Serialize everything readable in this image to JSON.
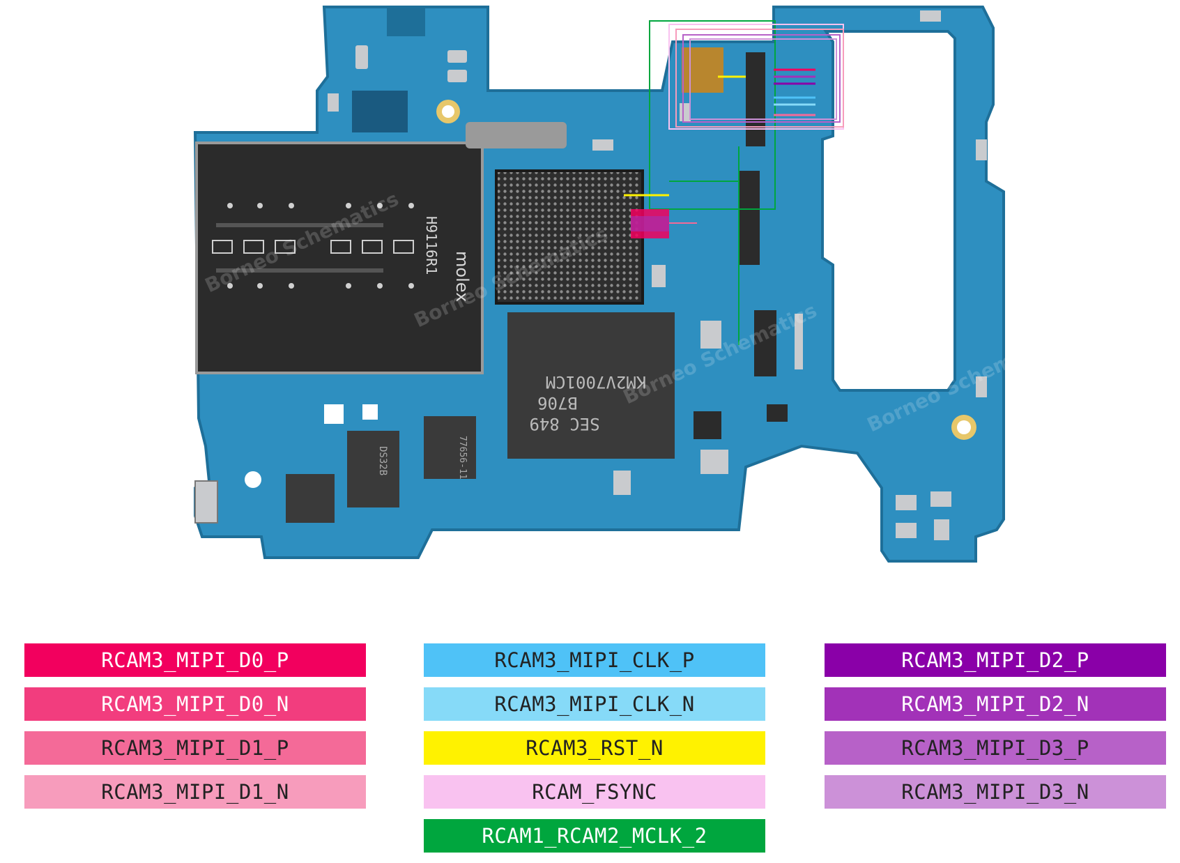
{
  "legend": {
    "left": [
      {
        "label": "RCAM3_MIPI_D0_P",
        "color": "#F2005E",
        "text_color": "#ffffff"
      },
      {
        "label": "RCAM3_MIPI_D0_N",
        "color": "#F23D7E",
        "text_color": "#ffffff"
      },
      {
        "label": "RCAM3_MIPI_D1_P",
        "color": "#F46A98",
        "text_color": "#222222"
      },
      {
        "label": "RCAM3_MIPI_D1_N",
        "color": "#F79CBC",
        "text_color": "#222222"
      }
    ],
    "middle": [
      {
        "label": "RCAM3_MIPI_CLK_P",
        "color": "#4FC2F7",
        "text_color": "#222222"
      },
      {
        "label": "RCAM3_MIPI_CLK_N",
        "color": "#86DAF8",
        "text_color": "#222222"
      },
      {
        "label": "RCAM3_RST_N",
        "color": "#FFF200",
        "text_color": "#222222"
      },
      {
        "label": "RCAM_FSYNC",
        "color": "#F9C2F0",
        "text_color": "#222222"
      },
      {
        "label": "RCAM1_RCAM2_MCLK_2",
        "color": "#00A63E",
        "text_color": "#ffffff"
      }
    ],
    "right": [
      {
        "label": "RCAM3_MIPI_D2_P",
        "color": "#8A00A8",
        "text_color": "#ffffff"
      },
      {
        "label": "RCAM3_MIPI_D2_N",
        "color": "#A232B8",
        "text_color": "#ffffff"
      },
      {
        "label": "RCAM3_MIPI_D3_P",
        "color": "#B761C8",
        "text_color": "#222222"
      },
      {
        "label": "RCAM3_MIPI_D3_N",
        "color": "#CC91D8",
        "text_color": "#222222"
      }
    ]
  },
  "board": {
    "chip_markings": {
      "memory": [
        "KM2V7001CM",
        "B706",
        "SEC 849"
      ],
      "sim_tray_brand": "molex",
      "sim_tray_code": "H9116R1",
      "small_chip_a": "DS32B",
      "small_chip_b": "77656-11"
    },
    "watermark": "Borneo Schematics",
    "colors": {
      "pcb": "#2E8FC0",
      "pcb_dark": "#1E6F99",
      "shield": "#2B2B2B",
      "chip": "#3A3A3A",
      "component": "#C9CBCE"
    }
  }
}
